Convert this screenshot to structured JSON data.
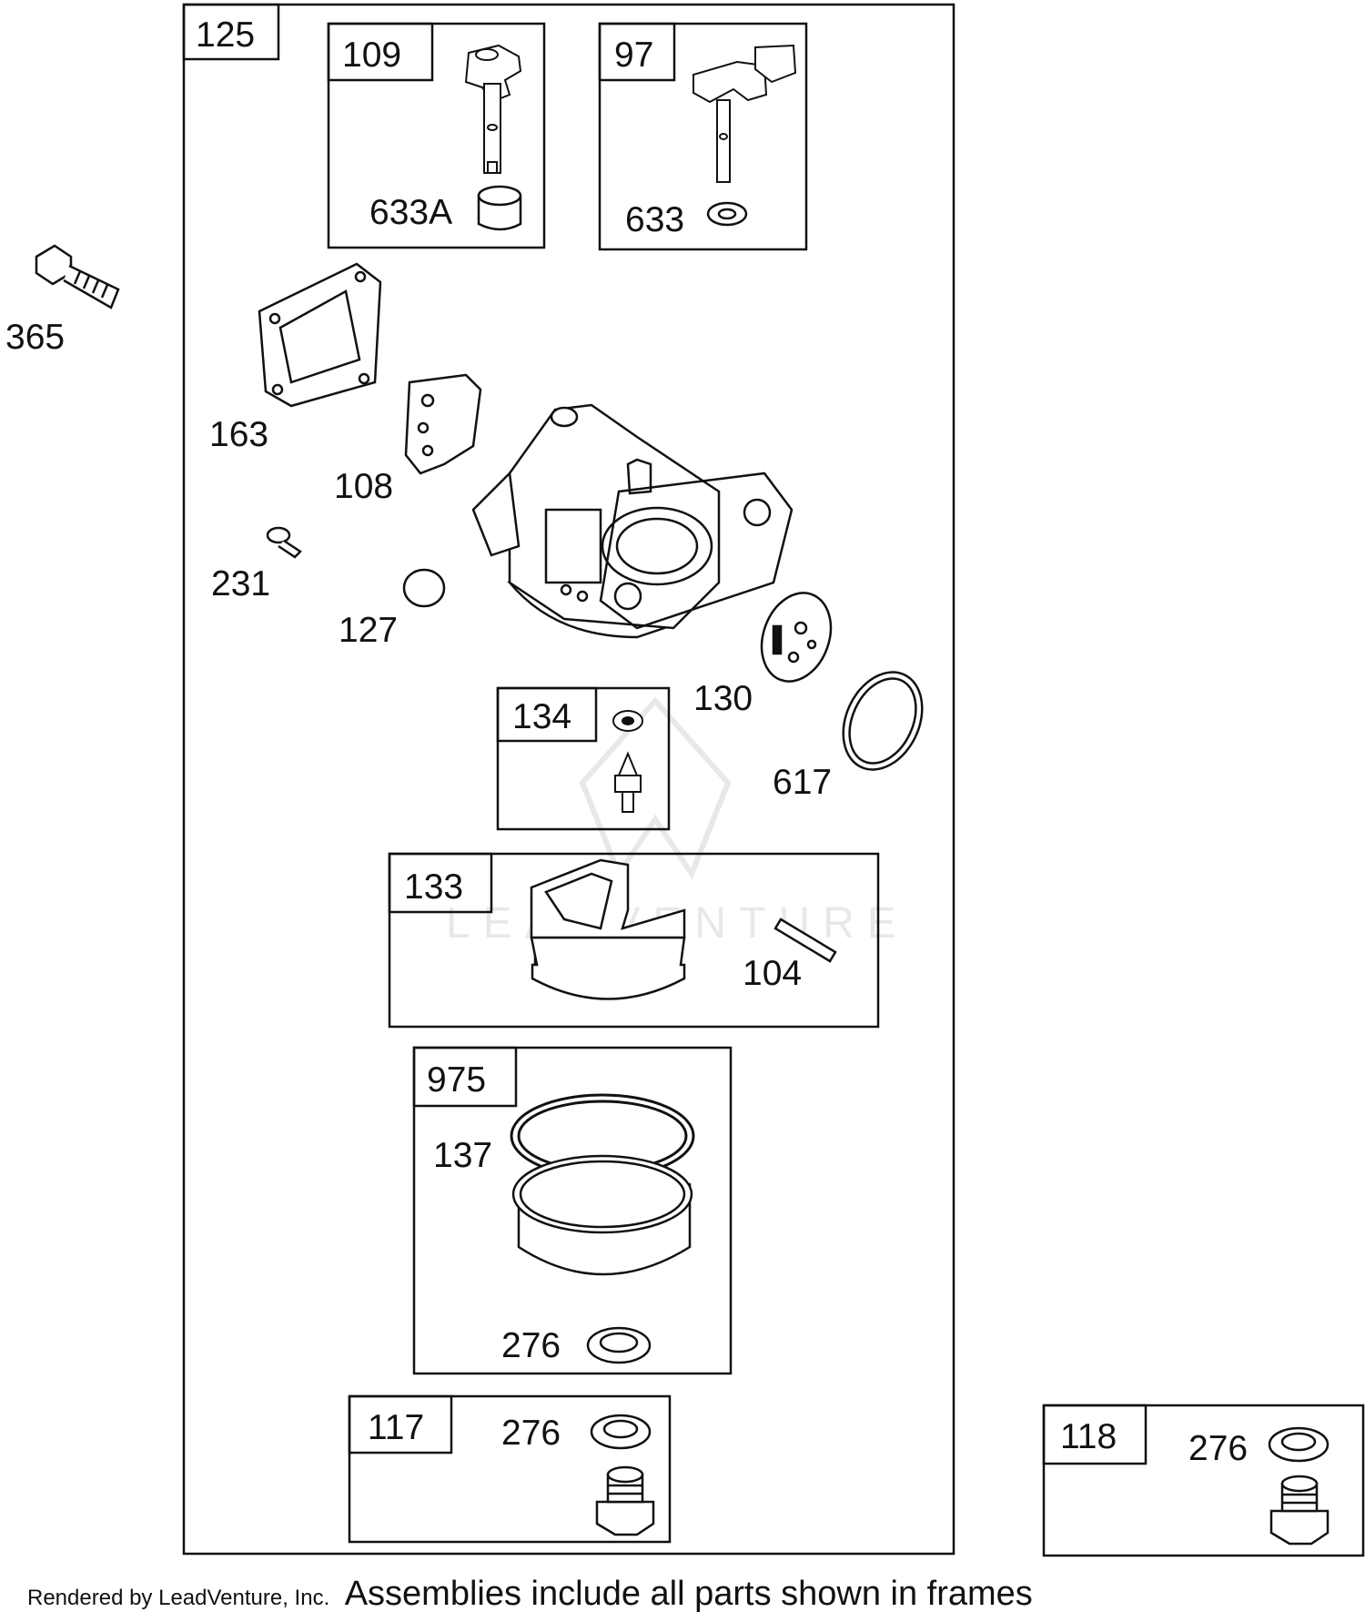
{
  "frames": {
    "f125": "125",
    "f109": "109",
    "f97": "97",
    "f134": "134",
    "f133": "133",
    "f975": "975",
    "f117": "117",
    "f118": "118"
  },
  "callouts": {
    "c365": "365",
    "c633a": "633A",
    "c633": "633",
    "c163": "163",
    "c108": "108",
    "c231": "231",
    "c127": "127",
    "c130": "130",
    "c617": "617",
    "c104": "104",
    "c137": "137",
    "c276_975": "276",
    "c276_117": "276",
    "c276_118": "276"
  },
  "watermark": "LEADVENTURE",
  "footer": {
    "rendered_by": "Rendered by LeadVenture, Inc.",
    "note": "Assemblies include all parts shown in frames"
  }
}
